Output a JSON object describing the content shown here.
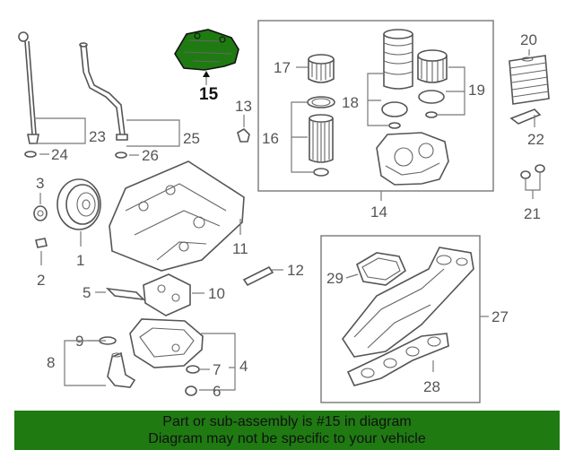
{
  "callouts": {
    "n1": "1",
    "n2": "2",
    "n3": "3",
    "n4": "4",
    "n5": "5",
    "n6": "6",
    "n7": "7",
    "n8": "8",
    "n9": "9",
    "n10": "10",
    "n11": "11",
    "n12": "12",
    "n13": "13",
    "n14": "14",
    "n15": "15",
    "n16": "16",
    "n17": "17",
    "n18": "18",
    "n19": "19",
    "n20": "20",
    "n21": "21",
    "n22": "22",
    "n23": "23",
    "n24": "24",
    "n25": "25",
    "n26": "26",
    "n27": "27",
    "n28": "28",
    "n29": "29"
  },
  "highlighted_part": "15",
  "colors": {
    "highlight_fill": "#1f7a12",
    "banner_bg": "#1f7a12",
    "line": "#555555"
  },
  "banner": {
    "line1": "Part or sub-assembly is #15 in diagram",
    "line2": "Diagram may not be specific to your vehicle"
  }
}
